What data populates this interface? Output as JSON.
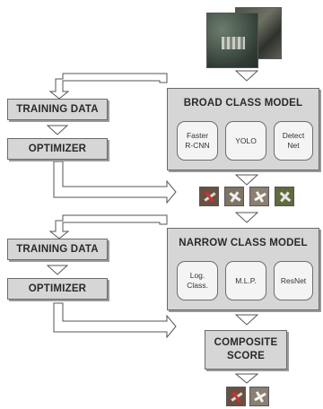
{
  "broad_model": {
    "title": "BROAD CLASS MODEL",
    "models": [
      "Faster\nR-CNN",
      "YOLO",
      "Detect\nNet"
    ]
  },
  "narrow_model": {
    "title": "NARROW CLASS MODEL",
    "models": [
      "Log.\nClass.",
      "M.L.P.",
      "ResNet"
    ]
  },
  "top_stage": {
    "training_data": "TRAINING DATA",
    "optimizer": "OPTIMIZER"
  },
  "bottom_stage": {
    "training_data": "TRAINING DATA",
    "optimizer": "OPTIMIZER"
  },
  "composite": {
    "title": "COMPOSITE\nSCORE"
  },
  "colors": {
    "box_fill": "#d6d6d6",
    "model_fill": "#f4f4f4",
    "stroke": "#5a5a5a"
  }
}
